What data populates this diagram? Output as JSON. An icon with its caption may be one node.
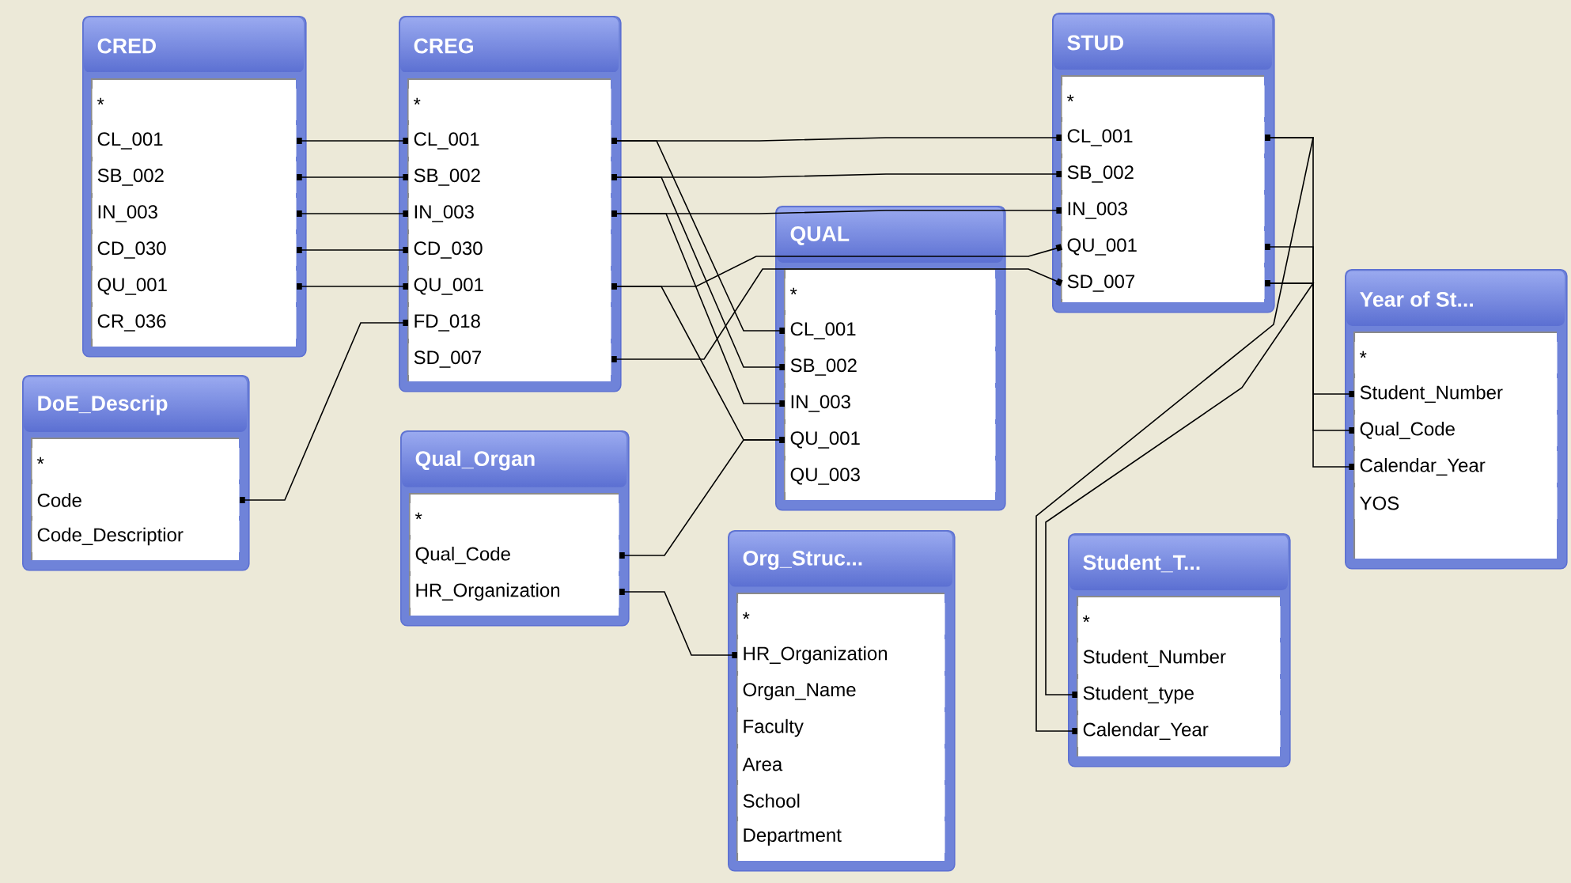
{
  "diagram": {
    "nodes": [
      {
        "text": [
          "CRED"
        ]
      },
      {
        "text": [
          "*"
        ],
        "in": 0
      },
      {
        "text": [
          "CL_001"
        ],
        "in": 0
      },
      {
        "text": [
          "SB_002"
        ],
        "in": 0
      },
      {
        "text": [
          "IN_003"
        ],
        "in": 0
      },
      {
        "text": [
          "CD_030"
        ],
        "in": 0
      },
      {
        "text": [
          "QU_001"
        ],
        "in": 0
      },
      {
        "text": [
          "CR_036"
        ],
        "in": 0
      },
      {
        "text": [
          "CREG"
        ]
      },
      {
        "text": [
          "*"
        ],
        "in": 8
      },
      {
        "text": [
          "CL_001"
        ],
        "in": 8
      },
      {
        "text": [
          "SB_002"
        ],
        "in": 8
      },
      {
        "text": [
          "IN_003"
        ],
        "in": 8
      },
      {
        "text": [
          "CD_030"
        ],
        "in": 8
      },
      {
        "text": [
          "QU_001"
        ],
        "in": 8
      },
      {
        "text": [
          "FD_018"
        ],
        "in": 8
      },
      {
        "text": [
          "SD_007"
        ],
        "in": 8
      },
      {
        "text": [
          "STUD"
        ]
      },
      {
        "text": [
          "*"
        ],
        "in": 17
      },
      {
        "text": [
          "CL_001"
        ],
        "in": 17
      },
      {
        "text": [
          "SB_002"
        ],
        "in": 17
      },
      {
        "text": [
          "IN_003"
        ],
        "in": 17
      },
      {
        "text": [
          "QU_001"
        ],
        "in": 17
      },
      {
        "text": [
          "SD_007"
        ],
        "in": 17
      },
      {
        "text": [
          "DoE_Descrip"
        ]
      },
      {
        "text": [
          "*"
        ],
        "in": 24
      },
      {
        "text": [
          "Code"
        ],
        "in": 24
      },
      {
        "text": [
          "Code_Descriptior"
        ],
        "in": 24
      },
      {
        "text": [
          "QUAL"
        ]
      },
      {
        "text": [
          "*"
        ],
        "in": 28
      },
      {
        "text": [
          "CL_001"
        ],
        "in": 28
      },
      {
        "text": [
          "SB_002"
        ],
        "in": 28
      },
      {
        "text": [
          "IN_003"
        ],
        "in": 28
      },
      {
        "text": [
          "QU_001"
        ],
        "in": 28
      },
      {
        "text": [
          "QU_003"
        ],
        "in": 28
      },
      {
        "text": [
          "Year of St..."
        ]
      },
      {
        "text": [
          "*"
        ],
        "in": 35
      },
      {
        "text": [
          "Student_Number"
        ],
        "in": 35
      },
      {
        "text": [
          "Qual_Code"
        ],
        "in": 35
      },
      {
        "text": [
          "Calendar_Year"
        ],
        "in": 35
      },
      {
        "text": [
          "YOS"
        ],
        "in": 35
      },
      {
        "text": [
          "Qual_Organ"
        ]
      },
      {
        "text": [
          "*"
        ],
        "in": 41
      },
      {
        "text": [
          "Qual_Code"
        ],
        "in": 41
      },
      {
        "text": [
          "HR_Organization"
        ],
        "in": 41
      },
      {
        "text": [
          "Org_Struc..."
        ]
      },
      {
        "text": [
          "*"
        ],
        "in": 45
      },
      {
        "text": [
          "HR_Organization"
        ],
        "in": 45
      },
      {
        "text": [
          "Organ_Name"
        ],
        "in": 45
      },
      {
        "text": [
          "Faculty"
        ],
        "in": 45
      },
      {
        "text": [
          "Area"
        ],
        "in": 45
      },
      {
        "text": [
          "School"
        ],
        "in": 45
      },
      {
        "text": [
          "Department"
        ],
        "in": 45
      },
      {
        "text": [
          "Student_T..."
        ]
      },
      {
        "text": [
          "*"
        ],
        "in": 53
      },
      {
        "text": [
          "Student_Number"
        ],
        "in": 53
      },
      {
        "text": [
          "Student_type"
        ],
        "in": 53
      },
      {
        "text": [
          "Calendar_Year"
        ],
        "in": 53
      }
    ],
    "edges": [
      {
        "from": 2,
        "to": 10,
        "arrow": "other"
      },
      {
        "from": 3,
        "to": 11,
        "arrow": "other"
      },
      {
        "from": 4,
        "to": 12,
        "arrow": "other"
      },
      {
        "from": 5,
        "to": 13,
        "arrow": "other"
      },
      {
        "from": 6,
        "to": 14,
        "arrow": "other"
      },
      {
        "from": 26,
        "to": 15,
        "arrow": "other"
      },
      {
        "from": 10,
        "to": 19,
        "arrow": "other"
      },
      {
        "from": 11,
        "to": 20,
        "arrow": "other"
      },
      {
        "from": 12,
        "to": 21,
        "arrow": "other"
      },
      {
        "from": 10,
        "to": 30,
        "arrow": "other"
      },
      {
        "from": 11,
        "to": 31,
        "arrow": "other"
      },
      {
        "from": 12,
        "to": 32,
        "arrow": "other"
      },
      {
        "from": 14,
        "to": 33,
        "arrow": "other"
      },
      {
        "from": 14,
        "to": 22,
        "arrow": "other"
      },
      {
        "from": 16,
        "to": 23,
        "arrow": "other"
      },
      {
        "from": 43,
        "to": 33,
        "arrow": "other"
      },
      {
        "from": 44,
        "to": 47,
        "arrow": "other"
      },
      {
        "from": 19,
        "to": 39,
        "arrow": "other"
      },
      {
        "from": 22,
        "to": 38,
        "arrow": "other"
      },
      {
        "from": 23,
        "to": 37,
        "arrow": "other"
      },
      {
        "from": 57,
        "to": 19,
        "arrow": "other"
      },
      {
        "from": 56,
        "to": 23,
        "arrow": "other"
      }
    ]
  }
}
